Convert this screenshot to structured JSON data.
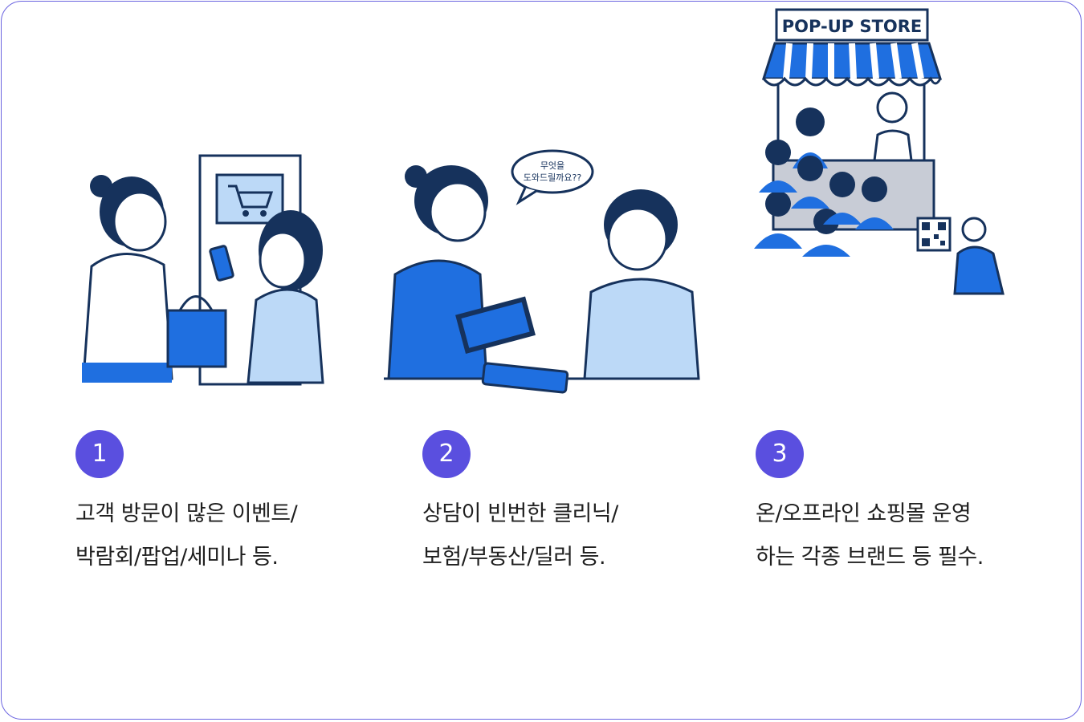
{
  "steps": [
    {
      "number": "1",
      "icon": "shopping-event-icon",
      "line1": "고객 방문이 많은 이벤트/",
      "line2": "박람회/팝업/세미나 등."
    },
    {
      "number": "2",
      "icon": "consultation-icon",
      "speech": "무엇을 도와드릴까요??",
      "line1": "상담이 빈번한 클리닉/",
      "line2": "보험/부동산/딜러 등."
    },
    {
      "number": "3",
      "icon": "popup-store-icon",
      "store_sign": "POP-UP STORE",
      "line1": "온/오프라인 쇼핑몰 운영",
      "line2": "하는 각종 브랜드 등 필수."
    }
  ],
  "colors": {
    "accent": "#5a4fdf",
    "blue": "#1f6fe0",
    "light_blue": "#bcd9f7",
    "navy": "#16325c"
  }
}
